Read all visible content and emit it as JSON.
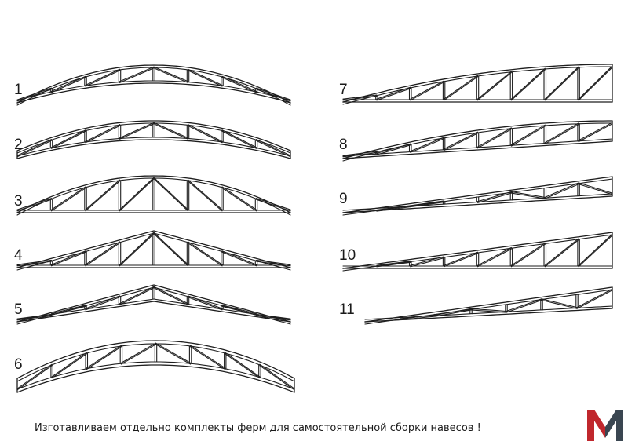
{
  "diagram": {
    "trusses": [
      {
        "id": "truss-1",
        "label": "1",
        "shape": "arch"
      },
      {
        "id": "truss-2",
        "label": "2",
        "shape": "arch"
      },
      {
        "id": "truss-3",
        "label": "3",
        "shape": "arch"
      },
      {
        "id": "truss-4",
        "label": "4",
        "shape": "triangle"
      },
      {
        "id": "truss-5",
        "label": "5",
        "shape": "triangle"
      },
      {
        "id": "truss-6",
        "label": "6",
        "shape": "arch"
      },
      {
        "id": "truss-7",
        "label": "7",
        "shape": "mono-pitch"
      },
      {
        "id": "truss-8",
        "label": "8",
        "shape": "mono-pitch"
      },
      {
        "id": "truss-9",
        "label": "9",
        "shape": "mono-pitch"
      },
      {
        "id": "truss-10",
        "label": "10",
        "shape": "mono-pitch"
      },
      {
        "id": "truss-11",
        "label": "11",
        "shape": "mono-pitch"
      }
    ],
    "line_color": "#1e1e1e"
  },
  "caption": "Изготавливаем отдельно комплекты ферм для самостоятельной сборки навесов !",
  "logo": {
    "letter": "M",
    "color_red": "#c0272d",
    "color_dark": "#3a4651"
  }
}
